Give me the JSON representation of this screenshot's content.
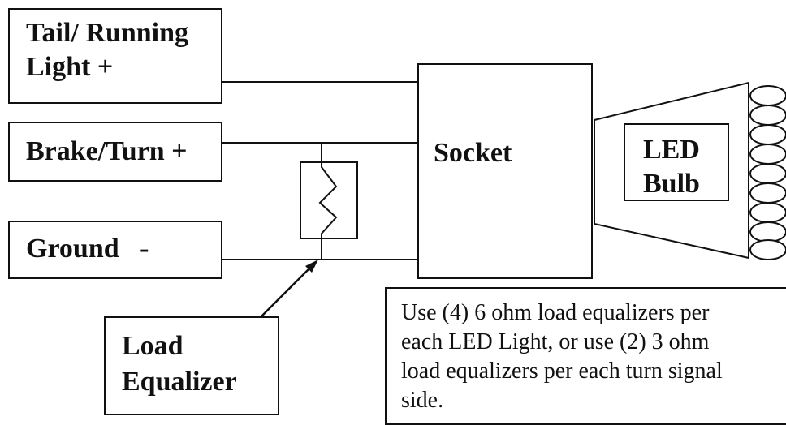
{
  "labels": {
    "tail_running_line1": "Tail/ Running",
    "tail_running_line2": "Light +",
    "brake_turn": "Brake/Turn +",
    "ground": "Ground   -",
    "socket": "Socket",
    "led_line1": "LED",
    "led_line2": "Bulb",
    "load_eq_line1": "Load",
    "load_eq_line2": "Equalizer"
  },
  "note": {
    "line1": "Use (4) 6 ohm load equalizers per",
    "line2": "each LED Light, or use (2) 3 ohm",
    "line3": "load equalizers per each turn signal",
    "line4": "side."
  }
}
